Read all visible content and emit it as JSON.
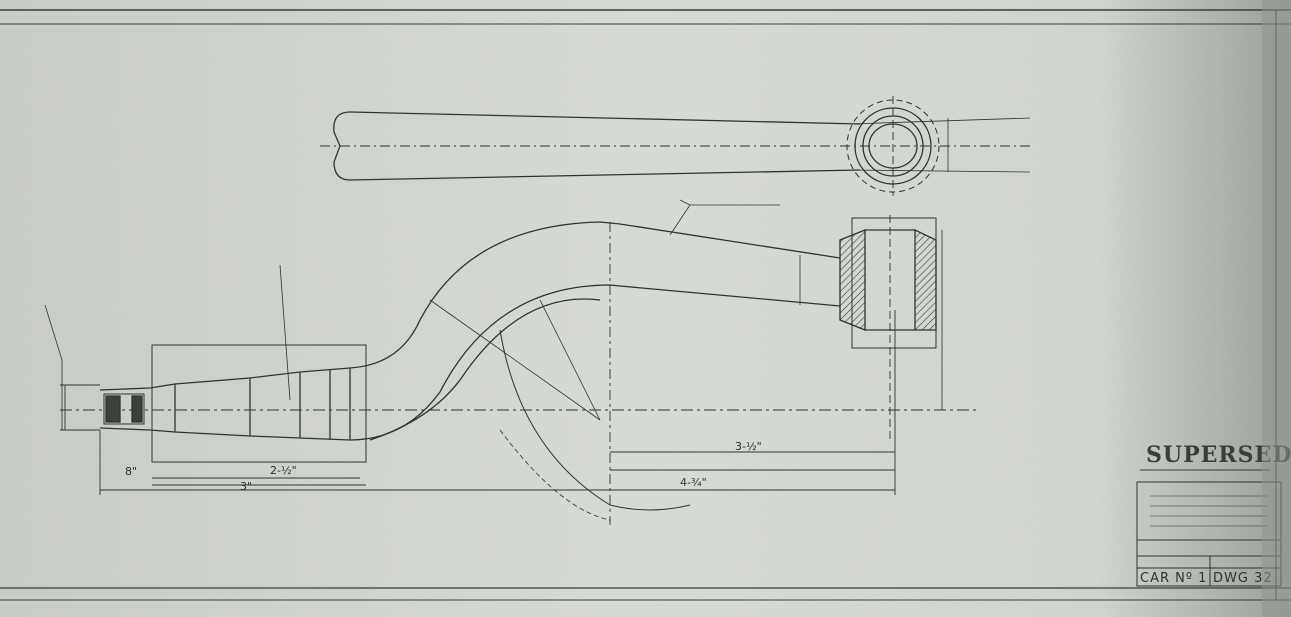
{
  "stamp": {
    "text": "SUPERSEDED"
  },
  "title_block": {
    "car_number": "CAR Nº 1",
    "drawing_number": "DWG 32"
  },
  "dimensions": {
    "overall_left": "8\"",
    "lower_length": "3\"",
    "mid_length": "2-½\"",
    "hook_span": "3-½\"",
    "hook_reach": "4-¾\""
  },
  "colors": {
    "paper": "#d5d9d2",
    "paper_edge": "#8f958f",
    "line": "#2f3432",
    "hatch": "#3c403d"
  }
}
